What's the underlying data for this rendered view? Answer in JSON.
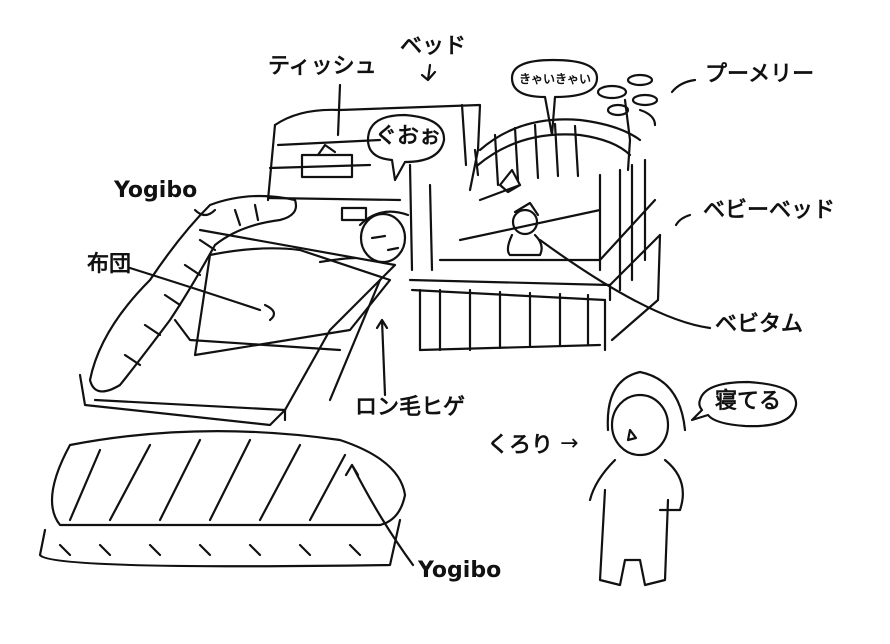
{
  "labels": {
    "tissue": "ティッシュ",
    "bed": "ベッド",
    "poomelly": "プーメリー",
    "yogibo_top": "Yogibo",
    "baby_bed": "ベビーベッド",
    "futon": "布団",
    "bebitam": "ベビタム",
    "long_hair_beard": "ロン毛ヒゲ",
    "kurori": "くろり",
    "yogibo_bottom": "Yogibo"
  },
  "speech": {
    "baby": "きゃいきゃい",
    "snore": "ぐおぉ",
    "kurori": "寝てる"
  },
  "arrows": {
    "kurori_arrow": "→"
  }
}
